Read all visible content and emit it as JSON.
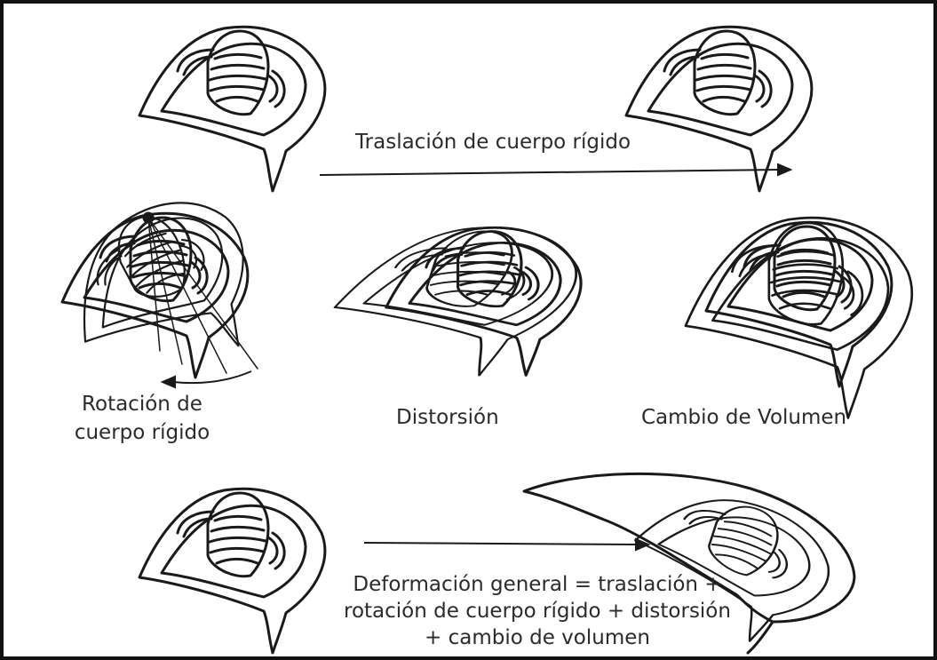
{
  "colors": {
    "ink": "#1a1a1a",
    "frame": "#111111",
    "background": "#ffffff",
    "text": "#2b2b2b"
  },
  "labels": {
    "translation": "Traslación de cuerpo  rígido",
    "rotation_line1": "Rotación de",
    "rotation_line2": "cuerpo  rígido",
    "distortion": "Distorsión",
    "volume_change": "Cambio de Volumen",
    "general_line1": "Deformación general = traslación +",
    "general_line2": "rotación de cuerpo rígido + distorsión",
    "general_line3": "+ cambio de volumen"
  }
}
